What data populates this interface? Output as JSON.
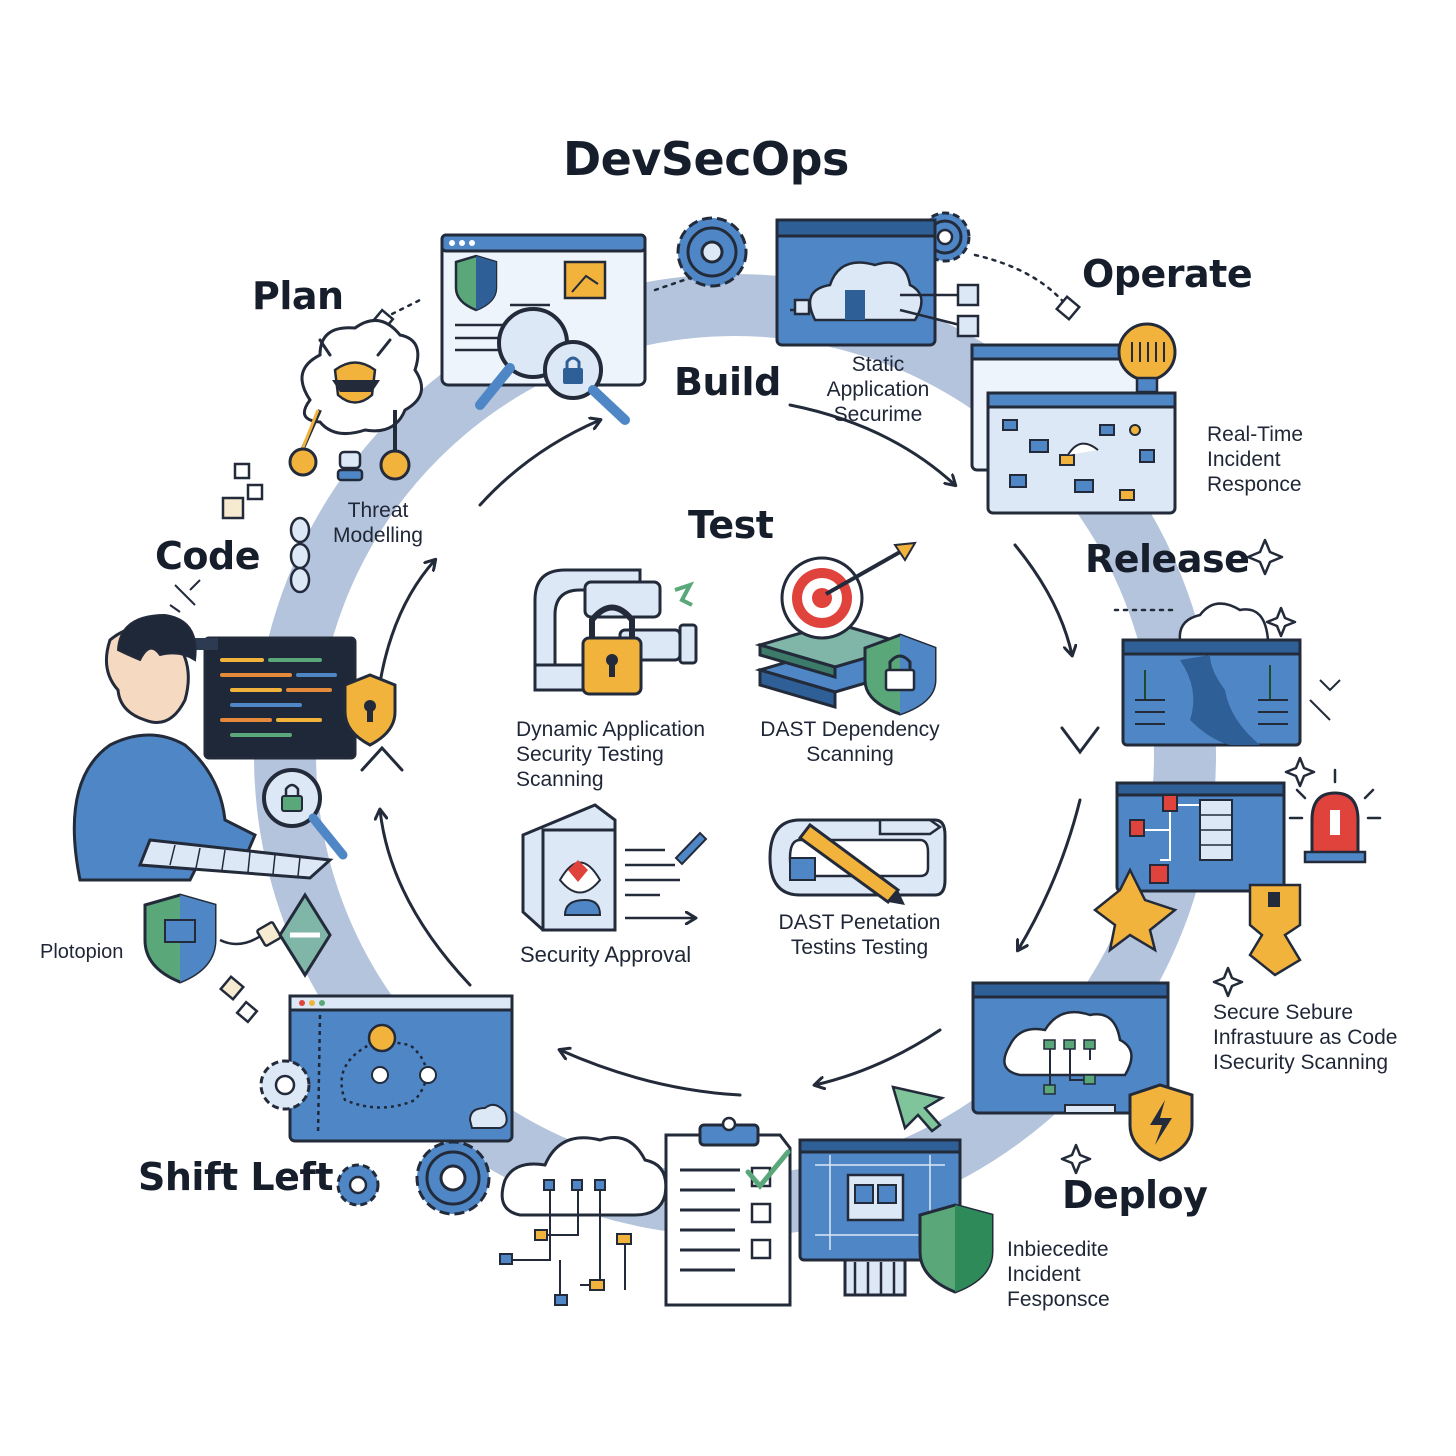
{
  "title": "DevSecOps",
  "stages": {
    "plan": "Plan",
    "build": "Build",
    "operate": "Operate",
    "code": "Code",
    "test": "Test",
    "release": "Release",
    "shift_left": "Shift Left",
    "deploy": "Deploy"
  },
  "captions": {
    "threat_modelling": [
      "Threat",
      "Modelling"
    ],
    "static_app": [
      "Static",
      "Application",
      "Securime"
    ],
    "real_time": [
      "Real-Time",
      "Incident",
      "Responce"
    ],
    "dynamic_app": [
      "Dynamic Application",
      "Security Testing",
      "Scanning"
    ],
    "dast_dependency": [
      "DAST Dependency",
      "Scanning"
    ],
    "security_approval": [
      "Security Approval"
    ],
    "dast_penetration": [
      "DAST Penetation",
      "Testins Testing"
    ],
    "protopion": [
      "Plotopion"
    ],
    "secure_infra": [
      "Secure Sebure",
      "Infrastuure as Code",
      "ISecurity Scanning"
    ],
    "deploy_incident": [
      "Inbiecedite",
      "Incident",
      "Fesponsce"
    ]
  },
  "colors": {
    "ring": "#b3c4dc",
    "screen_blue": "#4f87c6",
    "screen_light": "#dce8f5",
    "outline": "#232b3b",
    "accent_orange": "#f2b33d",
    "accent_green": "#5aa77a",
    "accent_red": "#e0423c"
  }
}
